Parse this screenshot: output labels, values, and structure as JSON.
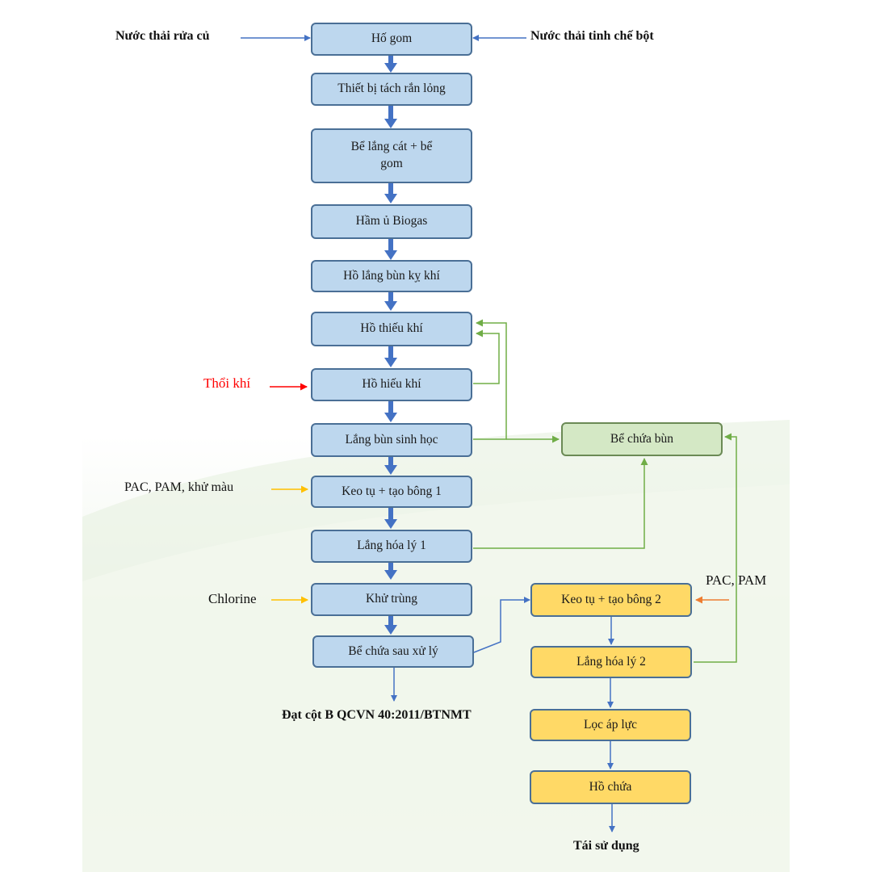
{
  "boxes": {
    "ho_gom": "Hố gom",
    "thiet_bi": "Thiết bị tách rắn lỏng",
    "be_lang_cat": "Bể lắng cát + bể gom",
    "ham_u": "Hầm ủ Biogas",
    "ho_lang_bun": "Hồ lắng bùn kỵ khí",
    "ho_thieu_khi": "Hồ thiếu khí",
    "ho_hieu_khi": "Hồ hiếu khí",
    "lang_bun_sinh_hoc": "Lắng bùn sinh học",
    "keo_tu_1": "Keo tụ + tạo bông 1",
    "lang_hoa_ly_1": "Lắng hóa lý 1",
    "khu_trung": "Khử trùng",
    "be_chua_sau": "Bể chứa sau xử lý",
    "be_chua_bun": "Bể chứa bùn",
    "keo_tu_2": "Keo tụ + tạo bông 2",
    "lang_hoa_ly_2": "Lắng hóa lý 2",
    "loc_ap_luc": "Lọc áp lực",
    "ho_chua": "Hồ chứa"
  },
  "labels": {
    "nuoc_thai_rua_cu": "Nước thải rửa củ",
    "nuoc_thai_tinh_che": "Nước thải tinh chế bột",
    "thoi_khi": "Thổi khí",
    "pac_pam_khu_mau": "PAC, PAM, khử màu",
    "chlorine": "Chlorine",
    "pac_pam": "PAC, PAM",
    "dat_cot_b": "Đạt cột B QCVN 40:2011/BTNMT",
    "tai_su_dung": "Tái sử dụng"
  },
  "colors": {
    "blue_box": "#bdd7ee",
    "green_box": "#d4e8c5",
    "yellow_box": "#ffd966",
    "main_arrow": "#4472c4",
    "sludge_line": "#70ad47",
    "chemical_arrow": "#ffc000",
    "pac_arrow": "#ed7d31",
    "air_arrow": "#ff0000"
  }
}
